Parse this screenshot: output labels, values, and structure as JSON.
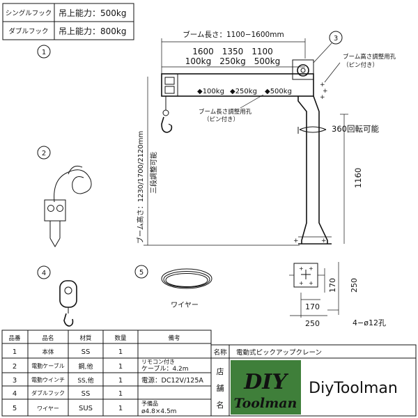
{
  "capacity_table": {
    "rows": [
      {
        "type": "シングルフック",
        "capacity": "吊上能力：500kg"
      },
      {
        "type": "ダブルフック",
        "capacity": "吊上能力：800kg"
      }
    ]
  },
  "callouts": [
    "1",
    "2",
    "3",
    "4",
    "5"
  ],
  "crane": {
    "boom_length": "ブーム長さ：1100−1600mm",
    "length_row": "1600　1350　1100",
    "capacity_row": "100kg　250kg　500kg",
    "boom_marks": [
      "◆100kg",
      "◆250kg",
      "◆500kg"
    ],
    "boom_height_hole": "ブーム高さ調整用孔",
    "boom_height_hole_note": "（ピン付き）",
    "boom_length_hole": "ブーム長さ調整用孔",
    "boom_length_hole_note": "（ピン付き）",
    "rotation": "360回転可能",
    "boom_height": "ブーム高さ：1230/1700/2120mm",
    "three_step": "三段調整可能",
    "post_height": "1160"
  },
  "base": {
    "dim_170_h": "170",
    "dim_250_h": "250",
    "dim_170_v": "170",
    "dim_250_v": "250",
    "holes": "4−ø12孔"
  },
  "wire_label": "ワイヤー",
  "parts_table": {
    "headers": [
      "品番",
      "品名",
      "材質",
      "数量",
      "備考"
    ],
    "rows": [
      {
        "no": "1",
        "name": "本体",
        "material": "SS",
        "qty": "1",
        "note": ""
      },
      {
        "no": "2",
        "name": "電動ケーブル",
        "material": "鋼,他",
        "qty": "1",
        "note": "リモコン付き",
        "note2": "ケーブル：4.2m"
      },
      {
        "no": "3",
        "name": "電動ウインチ",
        "material": "SS,他",
        "qty": "1",
        "note": "電源：DC12V/125A"
      },
      {
        "no": "4",
        "name": "ダブルフック",
        "material": "SS",
        "qty": "1",
        "note": ""
      },
      {
        "no": "5",
        "name": "ワイヤー",
        "material": "SUS",
        "qty": "1",
        "note": "予備品",
        "note2": "ø4.8×4.5m"
      }
    ]
  },
  "title_block": {
    "name_label": "名称",
    "name_value": "電動式ピックアップクレーン",
    "store_label": [
      "店",
      "舗",
      "名"
    ],
    "logo_top": "DIY",
    "logo_bottom": "Toolman",
    "store_name": "DiyToolman"
  },
  "colors": {
    "logo_green": "#3f7f3a",
    "logo_text": "#111111"
  }
}
